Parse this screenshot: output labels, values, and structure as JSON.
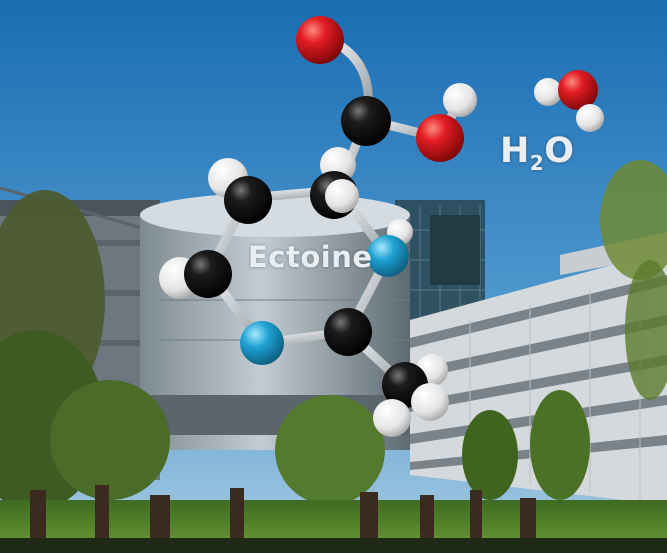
{
  "labels": {
    "molecule_name": "Ectoine",
    "water_formula": {
      "main": "H",
      "subscript": "2",
      "end": "O"
    }
  },
  "colors": {
    "sky_top": "#1a6db2",
    "sky_bottom": "#7fb6d8",
    "oxygen": "#d81419",
    "carbon": "#111111",
    "nitrogen": "#1a9bcc",
    "hydrogen": "#f0f0f0",
    "bond": "#cfd3d6",
    "lawn": "#55862c"
  }
}
